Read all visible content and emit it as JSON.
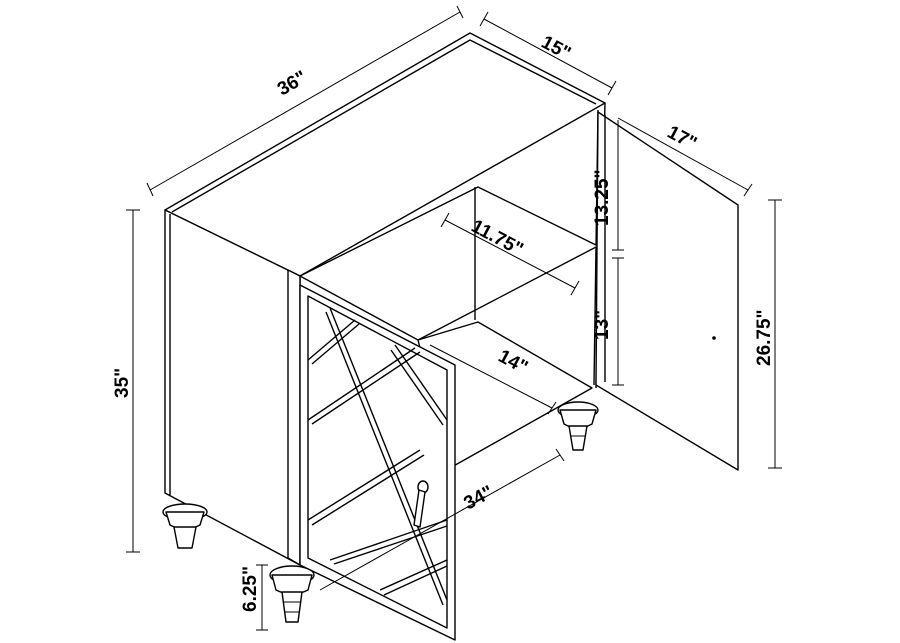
{
  "dimensions": {
    "width_top": "36\"",
    "depth_top": "15\"",
    "door_width": "17\"",
    "upper_shelf_height": "13.25\"",
    "shelf_depth": "11.75\"",
    "lower_shelf_height": "13\"",
    "bottom_shelf_depth": "14\"",
    "door_height": "26.75\"",
    "overall_height": "35\"",
    "inner_width": "34\"",
    "leg_height": "6.25\""
  }
}
